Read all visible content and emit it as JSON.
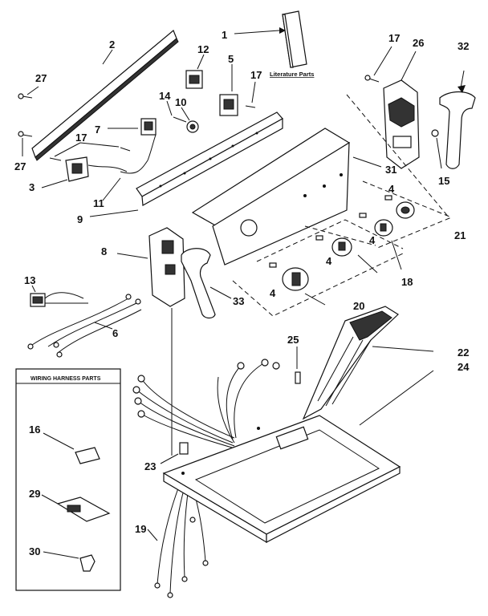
{
  "diagram": {
    "literature_label": "Literature Parts",
    "wiring_box_title": "WIRING HARNESS PARTS",
    "callouts": {
      "c1": "1",
      "c2": "2",
      "c3": "3",
      "c4a": "4",
      "c4b": "4",
      "c4c": "4",
      "c4d": "4",
      "c5": "5",
      "c6": "6",
      "c7": "7",
      "c8": "8",
      "c9": "9",
      "c10": "10",
      "c11": "11",
      "c12": "12",
      "c13": "13",
      "c14": "14",
      "c15": "15",
      "c16": "16",
      "c17a": "17",
      "c17b": "17",
      "c17c": "17",
      "c18": "18",
      "c19": "19",
      "c20": "20",
      "c21": "21",
      "c22": "22",
      "c23": "23",
      "c24": "24",
      "c25": "25",
      "c26": "26",
      "c27a": "27",
      "c27b": "27",
      "c29": "29",
      "c30": "30",
      "c31": "31",
      "c32": "32",
      "c33": "33"
    }
  }
}
